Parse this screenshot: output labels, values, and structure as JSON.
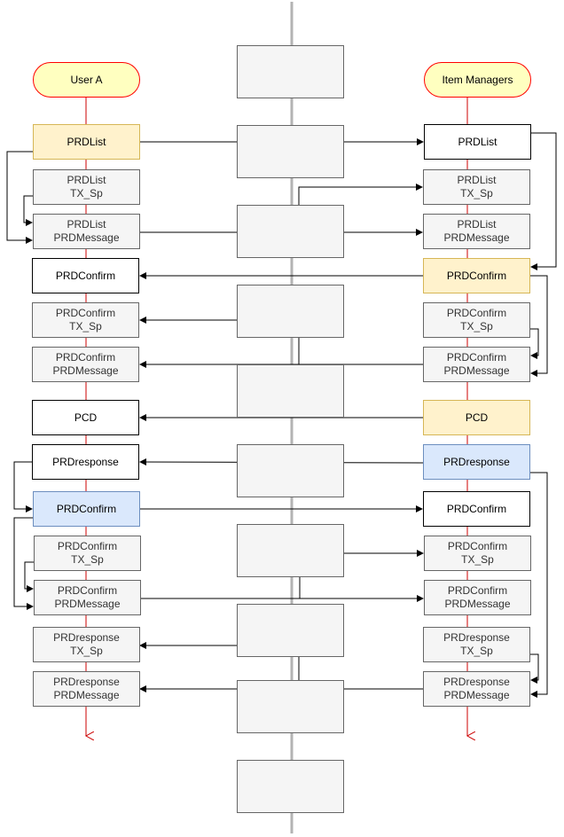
{
  "actors": {
    "left": "User A",
    "right": "Item Managers"
  },
  "left_column": [
    {
      "id": "l1",
      "lines": [
        "PRDList"
      ],
      "style": "yellow"
    },
    {
      "id": "l2",
      "lines": [
        "PRDList",
        "TX_Sp"
      ],
      "style": "grey"
    },
    {
      "id": "l3",
      "lines": [
        "PRDList",
        "PRDMessage"
      ],
      "style": "grey"
    },
    {
      "id": "l4",
      "lines": [
        "PRDConfirm"
      ],
      "style": "white"
    },
    {
      "id": "l5",
      "lines": [
        "PRDConfirm",
        "TX_Sp"
      ],
      "style": "grey"
    },
    {
      "id": "l6",
      "lines": [
        "PRDConfirm",
        "PRDMessage"
      ],
      "style": "grey"
    },
    {
      "id": "l7",
      "lines": [
        "PCD"
      ],
      "style": "white"
    },
    {
      "id": "l8",
      "lines": [
        "PRDresponse"
      ],
      "style": "white"
    },
    {
      "id": "l9",
      "lines": [
        "PRDConfirm"
      ],
      "style": "blue"
    },
    {
      "id": "l10",
      "lines": [
        "PRDConfirm",
        "TX_Sp"
      ],
      "style": "grey"
    },
    {
      "id": "l11",
      "lines": [
        "PRDConfirm",
        "PRDMessage"
      ],
      "style": "grey"
    },
    {
      "id": "l12",
      "lines": [
        "PRDresponse",
        "TX_Sp"
      ],
      "style": "grey"
    },
    {
      "id": "l13",
      "lines": [
        "PRDresponse",
        "PRDMessage"
      ],
      "style": "grey"
    }
  ],
  "right_column": [
    {
      "id": "r1",
      "lines": [
        "PRDList"
      ],
      "style": "white"
    },
    {
      "id": "r2",
      "lines": [
        "PRDList",
        "TX_Sp"
      ],
      "style": "grey"
    },
    {
      "id": "r3",
      "lines": [
        "PRDList",
        "PRDMessage"
      ],
      "style": "grey"
    },
    {
      "id": "r4",
      "lines": [
        "PRDConfirm"
      ],
      "style": "yellow"
    },
    {
      "id": "r5",
      "lines": [
        "PRDConfirm",
        "TX_Sp"
      ],
      "style": "grey"
    },
    {
      "id": "r6",
      "lines": [
        "PRDConfirm",
        "PRDMessage"
      ],
      "style": "grey"
    },
    {
      "id": "r7",
      "lines": [
        "PCD"
      ],
      "style": "yellow"
    },
    {
      "id": "r8",
      "lines": [
        "PRDresponse"
      ],
      "style": "blue"
    },
    {
      "id": "r9",
      "lines": [
        "PRDConfirm"
      ],
      "style": "white"
    },
    {
      "id": "r10",
      "lines": [
        "PRDConfirm",
        "TX_Sp"
      ],
      "style": "grey"
    },
    {
      "id": "r11",
      "lines": [
        "PRDConfirm",
        "PRDMessage"
      ],
      "style": "grey"
    },
    {
      "id": "r12",
      "lines": [
        "PRDresponse",
        "TX_Sp"
      ],
      "style": "grey"
    },
    {
      "id": "r13",
      "lines": [
        "PRDresponse",
        "PRDMessage"
      ],
      "style": "grey"
    }
  ],
  "middle_block_count": 10,
  "colors": {
    "actor_fill": "#ffffc0",
    "actor_border": "#ff0000",
    "highlight_yellow": "#fff2cc",
    "highlight_blue": "#dae8fc",
    "grey_fill": "#f5f5f5",
    "lifeline": "#b3b3b3",
    "actor_lifeline": "#cc0000"
  }
}
